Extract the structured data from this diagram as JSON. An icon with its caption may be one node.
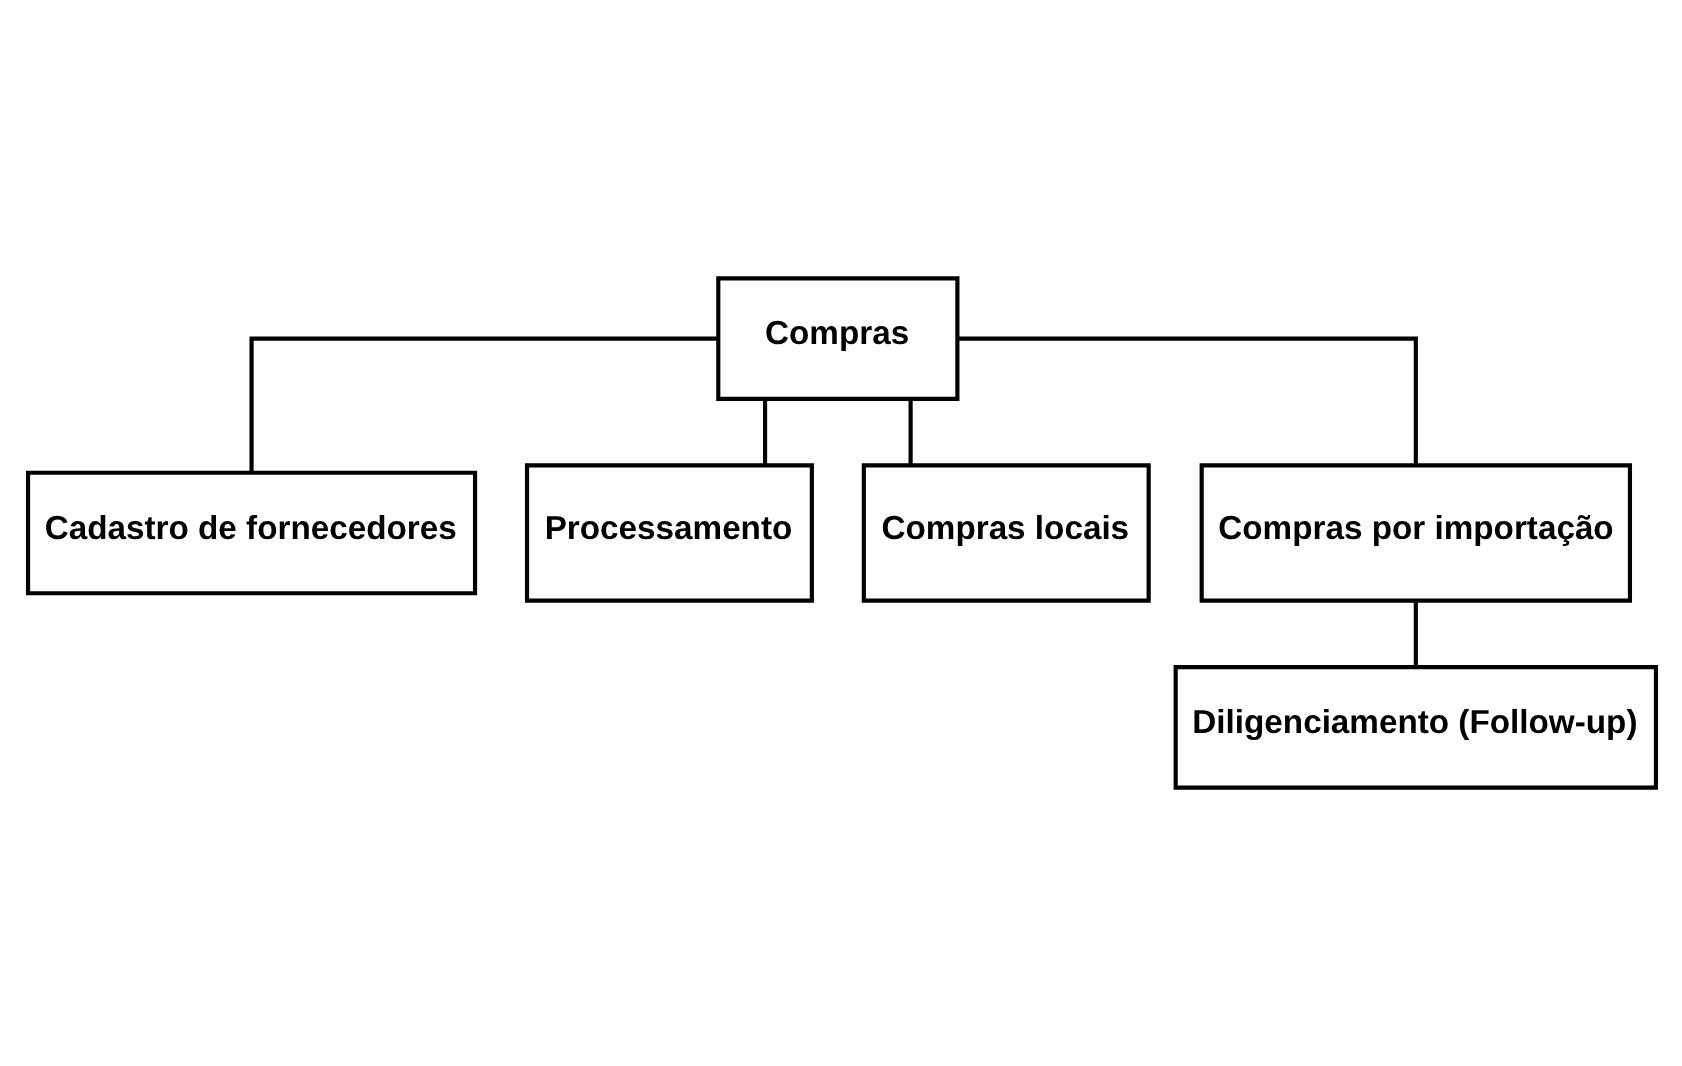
{
  "diagram": {
    "nodes": [
      {
        "text": [
          "Compras"
        ]
      },
      {
        "text": [
          "Cadastro de fornecedores"
        ]
      },
      {
        "text": [
          "Processamento"
        ]
      },
      {
        "text": [
          "Compras locais"
        ]
      },
      {
        "text": [
          "Compras por importação"
        ]
      },
      {
        "text": [
          "Diligenciamento (Follow-up)"
        ]
      }
    ],
    "edges": [
      {
        "from": 0,
        "to": 1,
        "arrow": "none"
      },
      {
        "from": 0,
        "to": 2,
        "arrow": "none"
      },
      {
        "from": 0,
        "to": 3,
        "arrow": "none"
      },
      {
        "from": 0,
        "to": 4,
        "arrow": "none"
      },
      {
        "from": 4,
        "to": 5,
        "arrow": "none"
      }
    ]
  }
}
